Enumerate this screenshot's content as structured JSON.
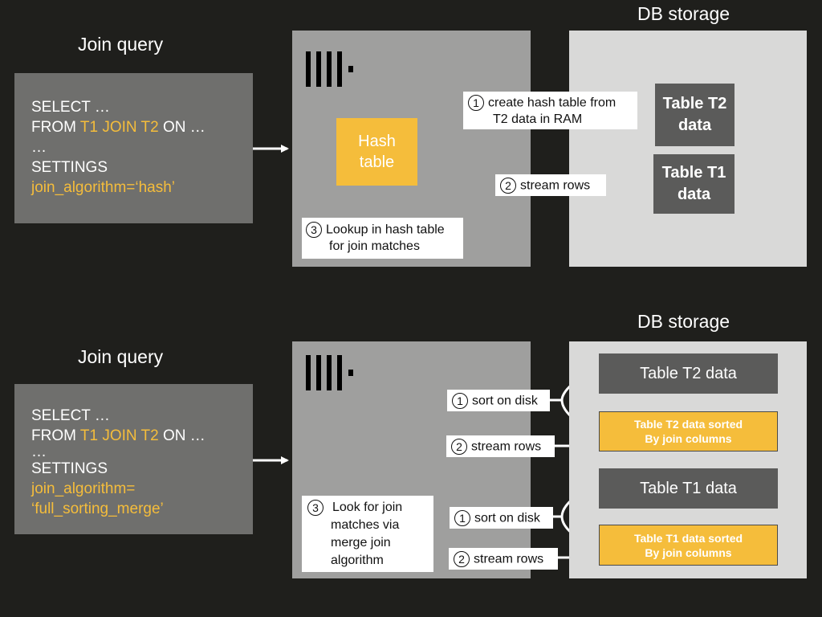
{
  "top": {
    "join_query_title": "Join query",
    "db_storage_title": "DB storage",
    "query": {
      "line1": "SELECT …",
      "line2_prefix": "FROM ",
      "line2_tables": "T1 JOIN T2",
      "line2_suffix": " ON …",
      "line3": "…",
      "line4": "SETTINGS",
      "line5": "join_algorithm=‘hash’"
    },
    "hash_table": {
      "line1": "Hash",
      "line2": "table"
    },
    "table_t2": {
      "line1": "Table T2",
      "line2": "data"
    },
    "table_t1": {
      "line1": "Table T1",
      "line2": "data"
    },
    "step1": {
      "num": "1",
      "line1": "create hash table from",
      "line2": "T2 data in RAM"
    },
    "step2": {
      "num": "2",
      "text": "stream rows"
    },
    "step3": {
      "num": "3",
      "line1": "Lookup in hash table",
      "line2": "for join matches"
    }
  },
  "bottom": {
    "join_query_title": "Join query",
    "db_storage_title": "DB storage",
    "query": {
      "line1": "SELECT …",
      "line2_prefix": "FROM ",
      "line2_tables": "T1 JOIN T2",
      "line2_suffix": " ON …",
      "line3": "…",
      "line4": "SETTINGS",
      "line5": "join_algorithm=",
      "line6": "‘full_sorting_merge’"
    },
    "table_t2_data": "Table T2 data",
    "table_t2_sorted": {
      "line1": "Table T2 data sorted",
      "line2": "By join columns"
    },
    "table_t1_data": "Table T1 data",
    "table_t1_sorted": {
      "line1": "Table T1 data sorted",
      "line2": "By join columns"
    },
    "sort_t2": {
      "num": "1",
      "text": "sort on disk"
    },
    "stream_t2": {
      "num": "2",
      "text": "stream rows"
    },
    "sort_t1": {
      "num": "1",
      "text": "sort on disk"
    },
    "stream_t1": {
      "num": "2",
      "text": "stream rows"
    },
    "step3": {
      "num": "3",
      "line1": "Look for join",
      "line2": "matches via",
      "line3": "merge join",
      "line4": "algorithm"
    }
  },
  "colors": {
    "background": "#1f1f1c",
    "accent_yellow": "#f5bd3b",
    "query_box": "#6f6f6d",
    "engine": "#9f9f9e",
    "storage": "#d9d9d8",
    "table_box": "#5b5b5a"
  },
  "icons": {
    "logo": "columnar-bars-logo",
    "arrow": "arrow-right-icon"
  }
}
